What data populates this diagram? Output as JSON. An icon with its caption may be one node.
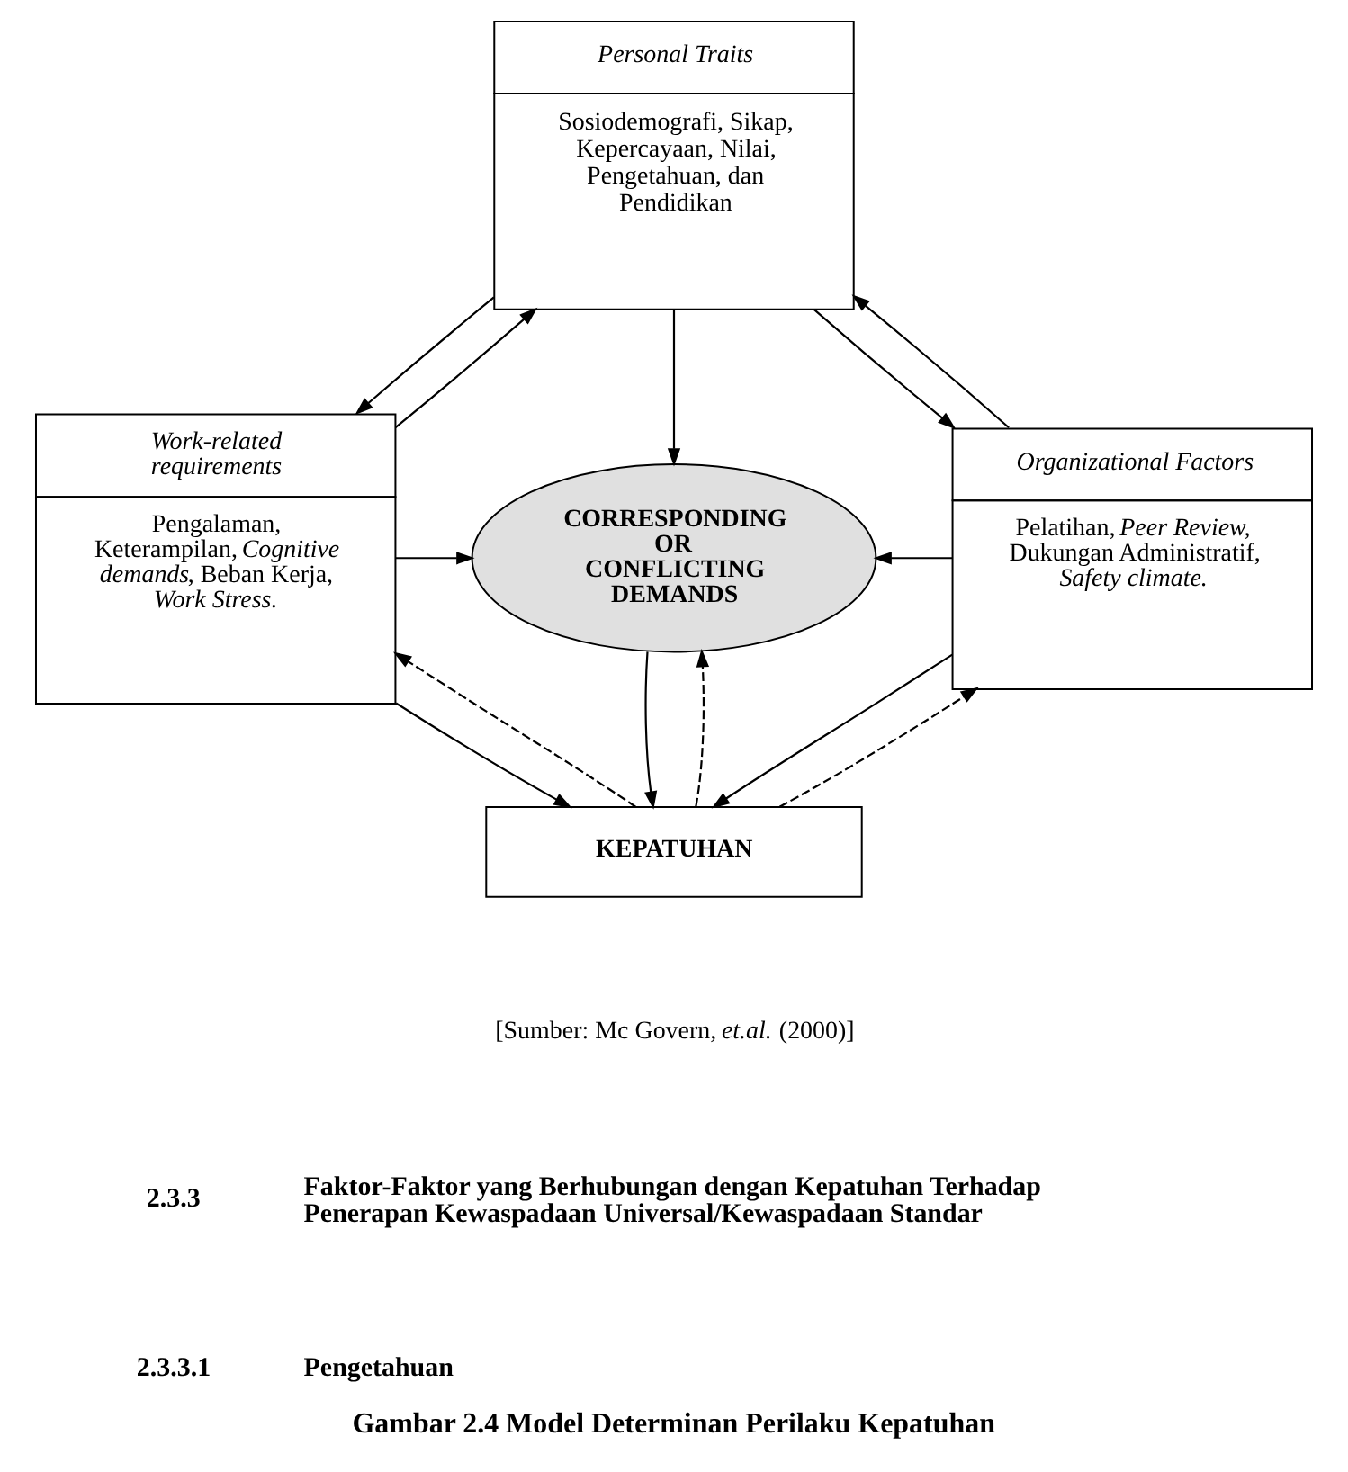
{
  "diagram": {
    "caption": "Gambar 2.4 Model Determinan Perilaku Kepatuhan",
    "nodes": [
      {
        "text": [
          "Personal Traits",
          "Sosiodemografi, Sikap, Kepercayaan, Nilai, Pengetahuan, dan Pendidikan"
        ]
      },
      {
        "text": [
          "Work-related requirements",
          "Pengalaman, Keterampilan, *Cognitive demands*, Beban Kerja, *Work Stress.*"
        ]
      },
      {
        "text": [
          "CORRESPONDING OR CONFLICTING DEMANDS"
        ]
      },
      {
        "text": [
          "Organizational Factors",
          "Pelatihan, *Peer Review,* Dukungan Administratif, *Safety climate.*"
        ]
      },
      {
        "text": [
          "KEPATUHAN"
        ]
      }
    ],
    "edges": [
      {
        "from": 1,
        "to": 0,
        "arrow": "to"
      },
      {
        "from": 0,
        "to": 1,
        "arrow": "to"
      },
      {
        "from": 3,
        "to": 0,
        "arrow": "to"
      },
      {
        "from": 0,
        "to": 3,
        "arrow": "to"
      },
      {
        "from": 0,
        "to": 2,
        "arrow": "to"
      },
      {
        "from": 1,
        "to": 2,
        "arrow": "to"
      },
      {
        "from": 3,
        "to": 2,
        "arrow": "to"
      },
      {
        "from": 2,
        "to": 4,
        "arrow": "to"
      },
      {
        "from": 4,
        "to": 2,
        "arrow": "to",
        "style": "dashed"
      },
      {
        "from": 1,
        "to": 4,
        "arrow": "to"
      },
      {
        "from": 4,
        "to": 1,
        "arrow": "to",
        "style": "dashed"
      },
      {
        "from": 4,
        "to": 3,
        "arrow": "to",
        "style": "dashed"
      },
      {
        "from": 3,
        "to": 4,
        "arrow": "to"
      }
    ],
    "labels": [
      "[Sumber: Mc Govern, *et.al.* (2000)]",
      "2.3.3",
      "Faktor-Faktor yang Berhubungan dengan Kepatuhan Terhadap Penerapan Kewaspadaan Universal/Kewaspadaan Standar",
      "2.3.3.1",
      "Pengetahuan"
    ]
  }
}
